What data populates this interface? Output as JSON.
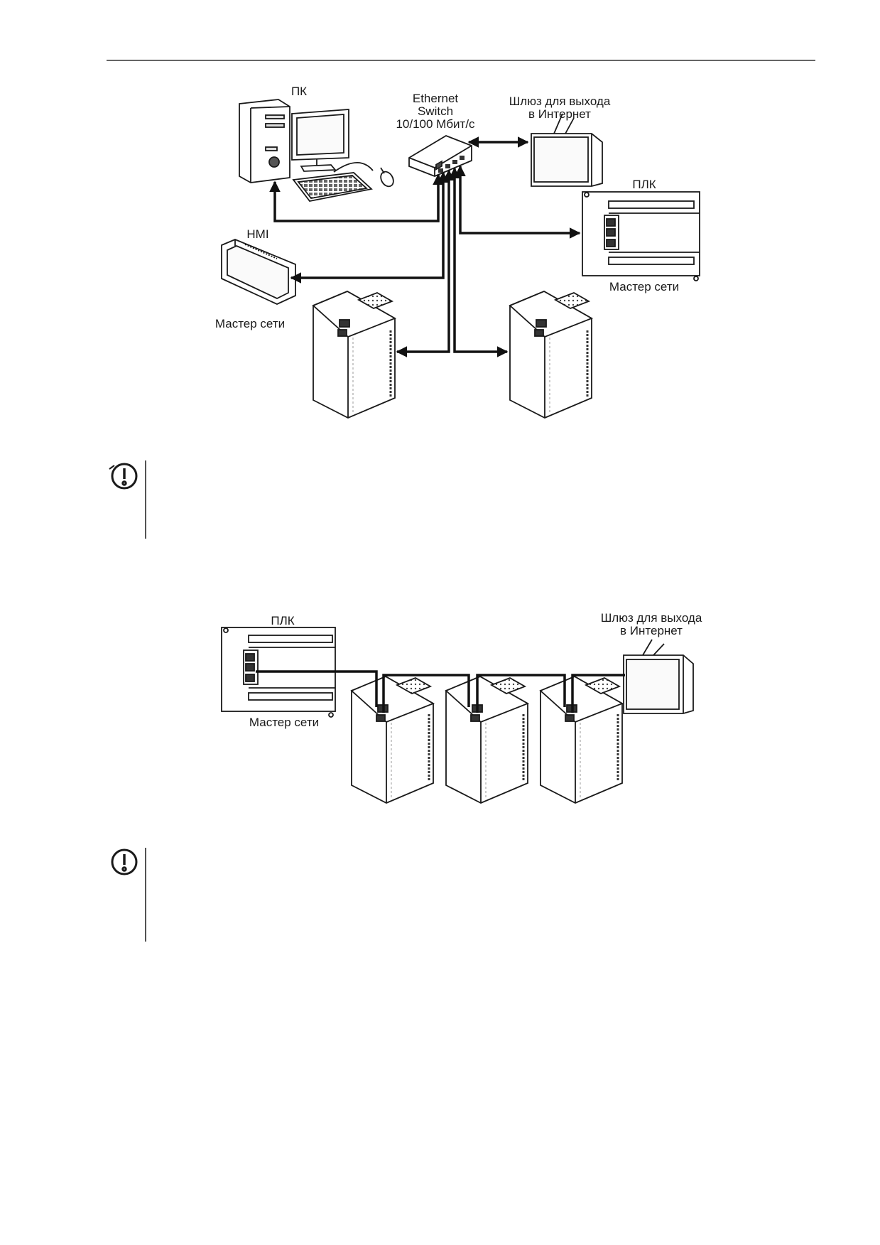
{
  "diagram_star": {
    "pc_label": "ПК",
    "switch_label_lines": [
      "Ethernet",
      "Switch",
      "10/100 Мбит/с"
    ],
    "gateway_label_lines": [
      "Шлюз для выхода",
      "в Интернет"
    ],
    "plc_label": "ПЛК",
    "plc_master_label": "Мастер сети",
    "hmi_label": "HMI",
    "hmi_master_label": "Мастер сети"
  },
  "diagram_chain": {
    "plc_label": "ПЛК",
    "plc_master_label": "Мастер сети",
    "gateway_label_lines": [
      "Шлюз для выхода",
      "в Интернет"
    ]
  },
  "notices": [
    {
      "icon": "warning-exclamation-icon"
    },
    {
      "icon": "warning-exclamation-icon"
    }
  ]
}
